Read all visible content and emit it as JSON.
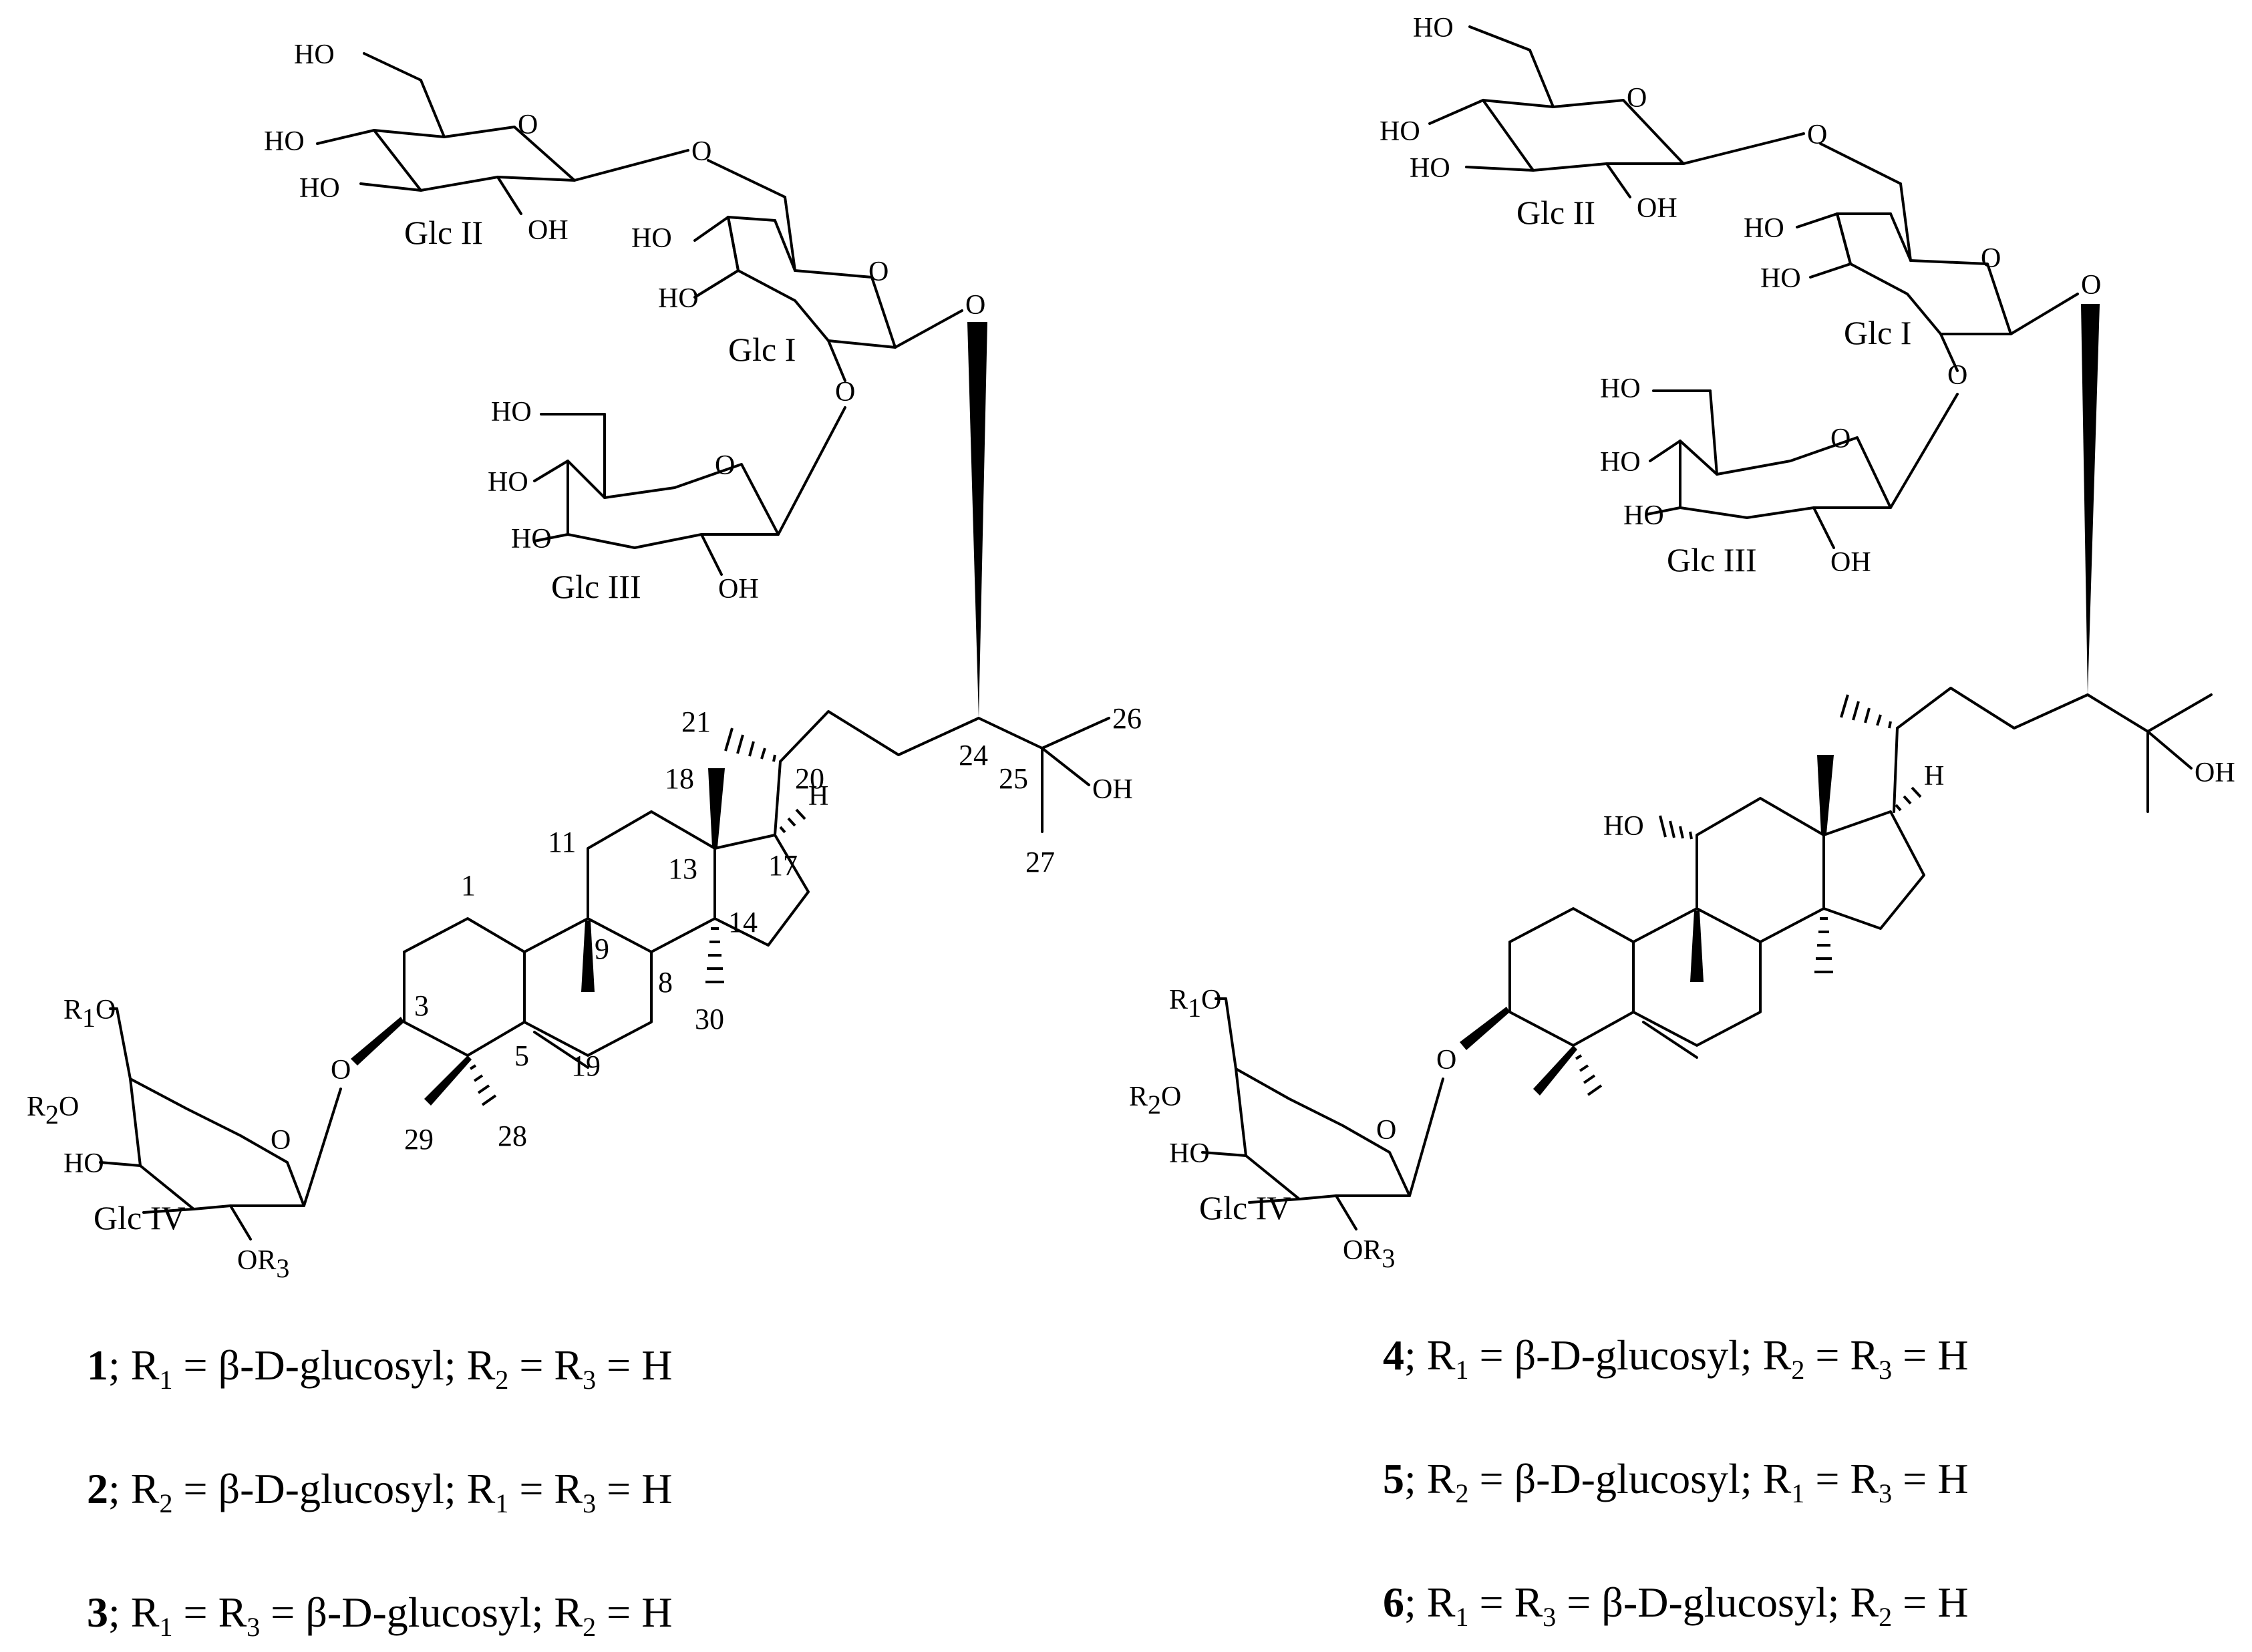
{
  "left": {
    "glc2": {
      "ho_a": "HO",
      "ho_b": "HO",
      "ho_c": "HO",
      "o_ring": "O",
      "oh": "OH",
      "name": "Glc II"
    },
    "glc1": {
      "ho_a": "HO",
      "ho_b": "HO",
      "o_ring": "O",
      "o_glc2": "O",
      "o_glc3": "O",
      "name": "Glc I",
      "o_c24": "O"
    },
    "glc3": {
      "ho_a": "HO",
      "ho_b": "HO",
      "ho_c": "HO",
      "o_ring": "O",
      "oh": "OH",
      "name": "Glc III"
    },
    "glc4": {
      "r1o": "R",
      "r1o_sub": "1",
      "r1o_o": "O",
      "r2o": "R",
      "r2o_sub": "2",
      "r2o_o": "O",
      "ho": "HO",
      "o_ring": "O",
      "or3": "OR",
      "or3_sub": "3",
      "name": "Glc IV",
      "o_c3": "O"
    },
    "atoms": {
      "n1": "1",
      "n3": "3",
      "n5": "5",
      "n8": "8",
      "n9": "9",
      "n11": "11",
      "n13": "13",
      "n14": "14",
      "n17": "17",
      "n18": "18",
      "n19": "19",
      "n20": "20",
      "n21": "21",
      "n24": "24",
      "n25": "25",
      "n26": "26",
      "n27": "27",
      "n28": "28",
      "n29": "29",
      "n30": "30",
      "h17": "H",
      "oh25": "OH"
    }
  },
  "right": {
    "glc2": {
      "ho_a": "HO",
      "ho_b": "HO",
      "ho_c": "HO",
      "o_ring": "O",
      "oh": "OH",
      "name": "Glc II",
      "o_link": "O"
    },
    "glc1": {
      "ho_a": "HO",
      "ho_b": "HO",
      "o_ring": "O",
      "o_glc3": "O",
      "name": "Glc I",
      "o_c24": "O"
    },
    "glc3": {
      "ho_a": "HO",
      "ho_b": "HO",
      "ho_c": "HO",
      "o_ring": "O",
      "oh": "OH",
      "name": "Glc III"
    },
    "glc4": {
      "r1o": "R",
      "r1o_sub": "1",
      "r1o_o": "O",
      "r2o": "R",
      "r2o_sub": "2",
      "r2o_o": "O",
      "ho": "HO",
      "o_ring": "O",
      "or3": "OR",
      "or3_sub": "3",
      "name": "Glc IV",
      "o_c3": "O"
    },
    "atoms": {
      "ho11": "HO",
      "h17": "H",
      "oh25": "OH"
    }
  },
  "captions": [
    {
      "num": "1",
      "sep": "; R",
      "s1": "1",
      "t1": " = β-D-glucosyl; R",
      "s2": "2",
      "t2": " = R",
      "s3": "3",
      "t3": " = H"
    },
    {
      "num": "2",
      "sep": "; R",
      "s1": "2",
      "t1": " = β-D-glucosyl; R",
      "s2": "1",
      "t2": " = R",
      "s3": "3",
      "t3": " = H"
    },
    {
      "num": "3",
      "sep": "; R",
      "s1": "1",
      "t1": " = R",
      "s2": "3",
      "t2": " = β-D-glucosyl; R",
      "s3": "2",
      "t3": " = H"
    },
    {
      "num": "4",
      "sep": "; R",
      "s1": "1",
      "t1": " = β-D-glucosyl; R",
      "s2": "2",
      "t2": " = R",
      "s3": "3",
      "t3": " = H"
    },
    {
      "num": "5",
      "sep": "; R",
      "s1": "2",
      "t1": " = β-D-glucosyl; R",
      "s2": "1",
      "t2": " = R",
      "s3": "3",
      "t3": " = H"
    },
    {
      "num": "6",
      "sep": "; R",
      "s1": "1",
      "t1": " = R",
      "s2": "3",
      "t2": " = β-D-glucosyl; R",
      "s3": "2",
      "t3": " = H"
    }
  ]
}
